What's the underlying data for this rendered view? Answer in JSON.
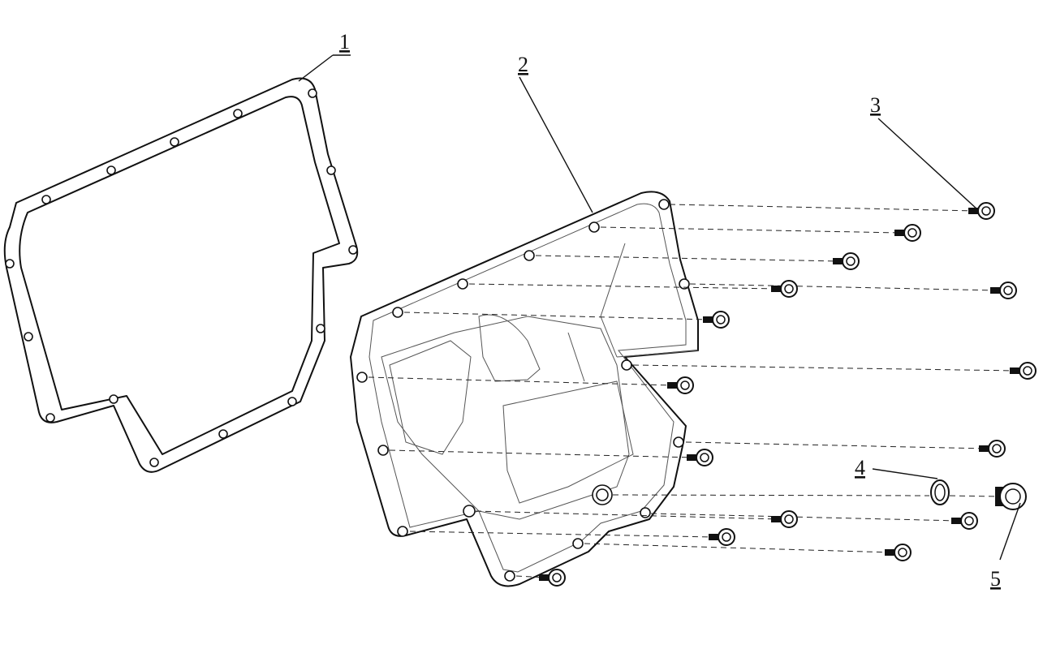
{
  "callouts": {
    "c1": "1",
    "c2": "2",
    "c3": "3",
    "c4": "4",
    "c5": "5"
  },
  "colors": {
    "line": "#111111",
    "background": "#ffffff"
  }
}
